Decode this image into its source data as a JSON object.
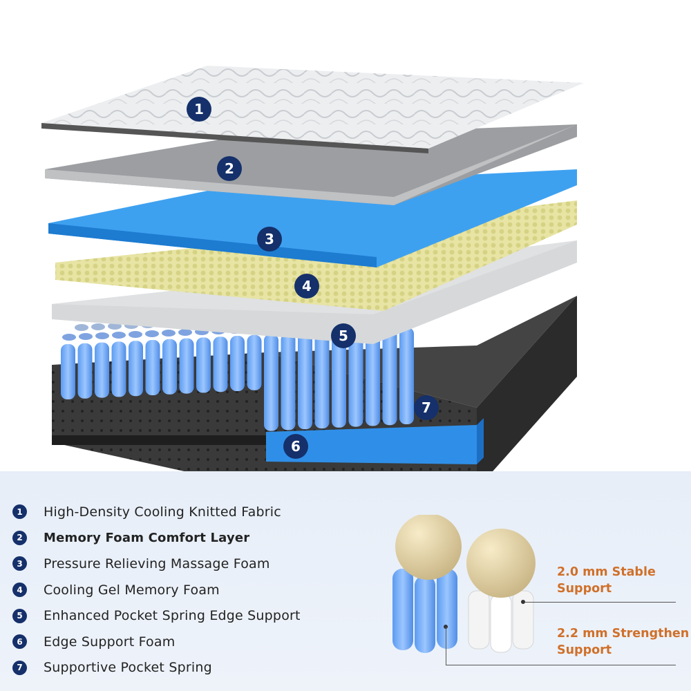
{
  "layers": [
    {
      "number": "1",
      "label": "High-Density Cooling Knitted Fabric"
    },
    {
      "number": "2",
      "label": "Memory Foam Comfort Layer"
    },
    {
      "number": "3",
      "label": "Pressure Relieving Massage Foam"
    },
    {
      "number": "4",
      "label": "Cooling Gel Memory Foam"
    },
    {
      "number": "5",
      "label": "Enhanced Pocket Spring Edge Support"
    },
    {
      "number": "6",
      "label": "Edge Support Foam"
    },
    {
      "number": "7",
      "label": "Supportive Pocket Spring"
    }
  ],
  "spring_callouts": {
    "stable": "2.0 mm Stable Support",
    "stable_line1": "2.0 mm Stable",
    "stable_line2": "Support",
    "strengthen_line1": "2.2 mm Strengthen",
    "strengthen_line2": "Support"
  },
  "colors": {
    "badge": "#15306a",
    "accent_orange": "#d0702a",
    "blue_foam": "#2e86de",
    "gel_foam": "#e6e29c",
    "base_fabric": "#2a2a2a"
  }
}
